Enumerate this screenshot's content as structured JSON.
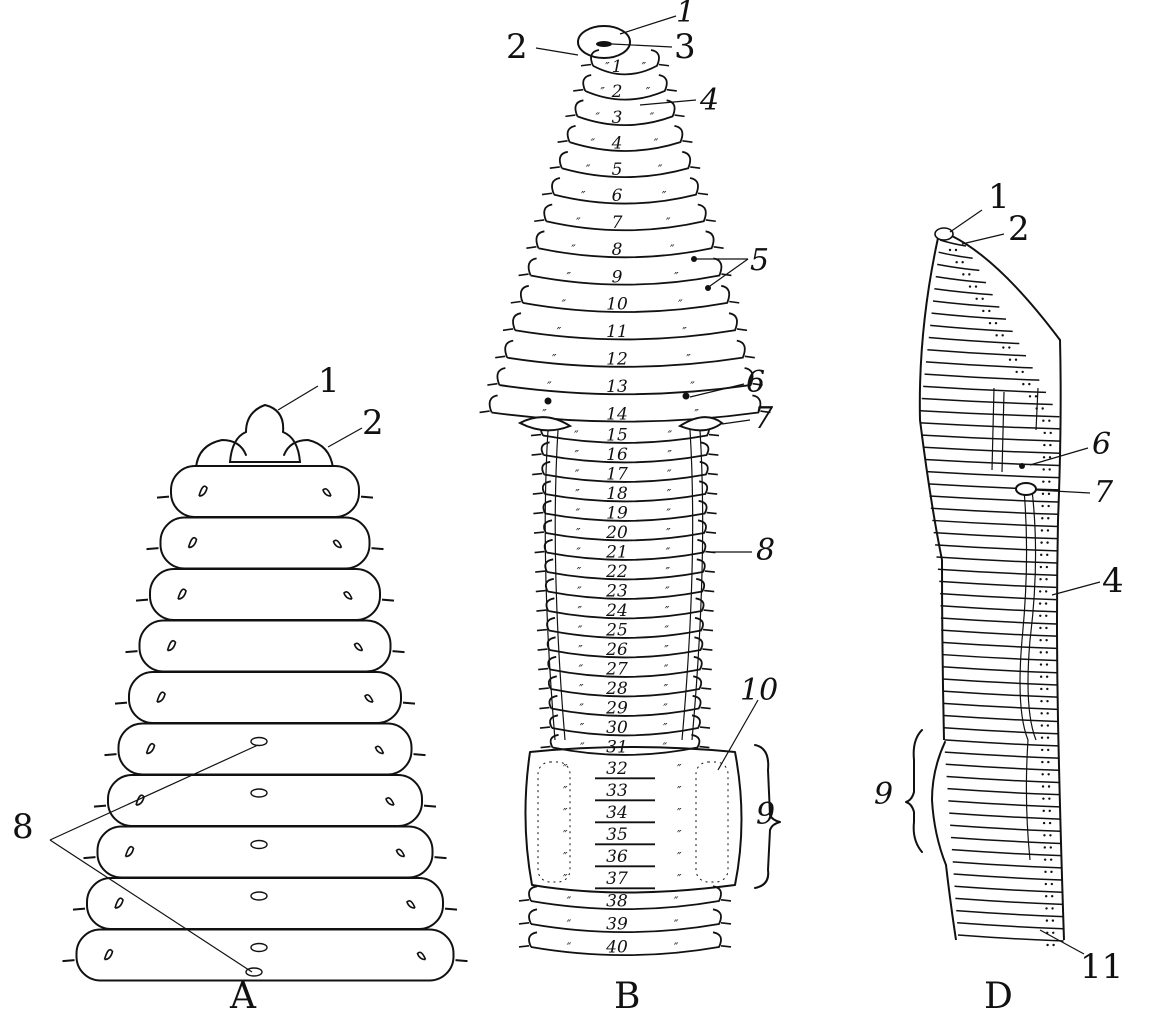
{
  "panels": {
    "A": {
      "letter": "A",
      "labels": {
        "l1": "1",
        "l2": "2",
        "l8": "8"
      },
      "segment_count": 10
    },
    "B": {
      "letter": "B",
      "labels": {
        "l1": "1",
        "l2": "2",
        "l3": "3",
        "l4": "4",
        "l5": "5",
        "l6": "6",
        "l7": "7",
        "l8": "8",
        "l9": "9",
        "l10": "10"
      },
      "segment_numbers": [
        "1",
        "2",
        "3",
        "4",
        "5",
        "6",
        "7",
        "8",
        "9",
        "10",
        "11",
        "12",
        "13",
        "14",
        "15",
        "16",
        "17",
        "18",
        "19",
        "20",
        "21",
        "22",
        "23",
        "24",
        "25",
        "26",
        "27",
        "28",
        "29",
        "30",
        "31",
        "32",
        "33",
        "34",
        "35",
        "36",
        "37",
        "38",
        "39",
        "40"
      ]
    },
    "D": {
      "letter": "D",
      "labels": {
        "l1": "1",
        "l2": "2",
        "l4": "4",
        "l6": "6",
        "l7": "7",
        "l9": "9",
        "l11": "11"
      }
    }
  }
}
